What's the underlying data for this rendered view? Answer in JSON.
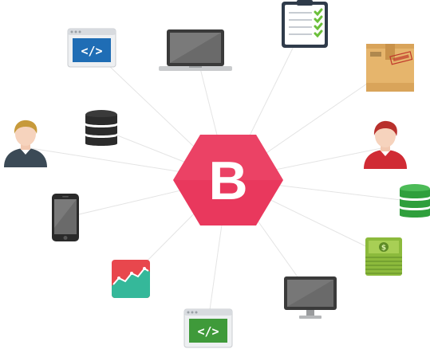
{
  "hub": {
    "letter": "B",
    "color": "#e9385d"
  },
  "nodes": [
    {
      "name": "code-window-icon-top",
      "icon": "code-window-icon",
      "accent": "#1f6db5"
    },
    {
      "name": "laptop-icon",
      "icon": "laptop-icon",
      "accent": "#3a3a3a"
    },
    {
      "name": "checklist-clipboard-icon",
      "icon": "checklist-icon",
      "accent": "#6bbf3a"
    },
    {
      "name": "package-box-icon",
      "icon": "package-icon",
      "accent": "#e6b56c"
    },
    {
      "name": "user-male-icon",
      "icon": "user-icon",
      "accent": "#c79a3b"
    },
    {
      "name": "database-dark-icon",
      "icon": "database-icon",
      "accent": "#2b2b2b"
    },
    {
      "name": "user-red-icon",
      "icon": "user-icon",
      "accent": "#d02b34"
    },
    {
      "name": "database-green-icon",
      "icon": "database-icon",
      "accent": "#2f9f3c"
    },
    {
      "name": "smartphone-icon",
      "icon": "phone-icon",
      "accent": "#2a2a2a"
    },
    {
      "name": "money-stack-icon",
      "icon": "money-icon",
      "accent": "#7fa835"
    },
    {
      "name": "analytics-chart-icon",
      "icon": "chart-icon",
      "accent": "#e8474d"
    },
    {
      "name": "monitor-icon",
      "icon": "monitor-icon",
      "accent": "#3a3a3a"
    },
    {
      "name": "code-window-icon-bottom",
      "icon": "code-window-icon",
      "accent": "#3f9a3a"
    }
  ]
}
